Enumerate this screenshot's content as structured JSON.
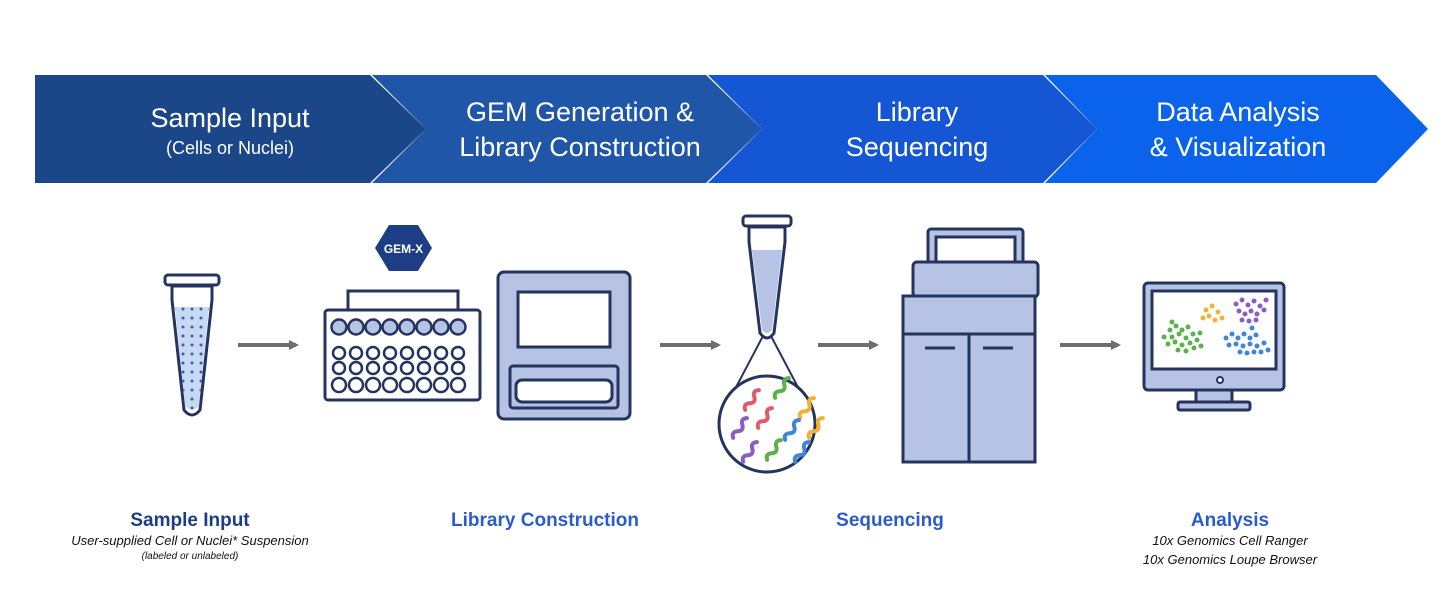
{
  "stages": [
    {
      "line1": "Sample Input",
      "line2": "(Cells or Nuclei)"
    },
    {
      "line1": "GEM Generation &",
      "line2": "Library Construction"
    },
    {
      "line1": "Library",
      "line2": "Sequencing"
    },
    {
      "line1": "Data Analysis",
      "line2": "& Visualization"
    }
  ],
  "chip_label": "GEM-X",
  "captions": {
    "sample": {
      "title": "Sample Input",
      "sub": "User-supplied Cell or Nuclei* Suspension",
      "note": "(labeled or unlabeled)"
    },
    "library": {
      "title": "Library Construction"
    },
    "sequencing": {
      "title": "Sequencing"
    },
    "analysis": {
      "title": "Analysis",
      "line1": "10x Genomics Cell Ranger",
      "line2": "10x Genomics Loupe Browser"
    }
  },
  "colors": {
    "stage1": "#1b4688",
    "stage2": "#1f56a8",
    "stage3": "#1556d4",
    "stage4": "#0b63ec",
    "outline": "#24345f",
    "fill": "#b6c3e4",
    "caption_dark": "#1d3e85",
    "caption_blue": "#2a5bd0",
    "arrow": "#6e6e6e"
  }
}
